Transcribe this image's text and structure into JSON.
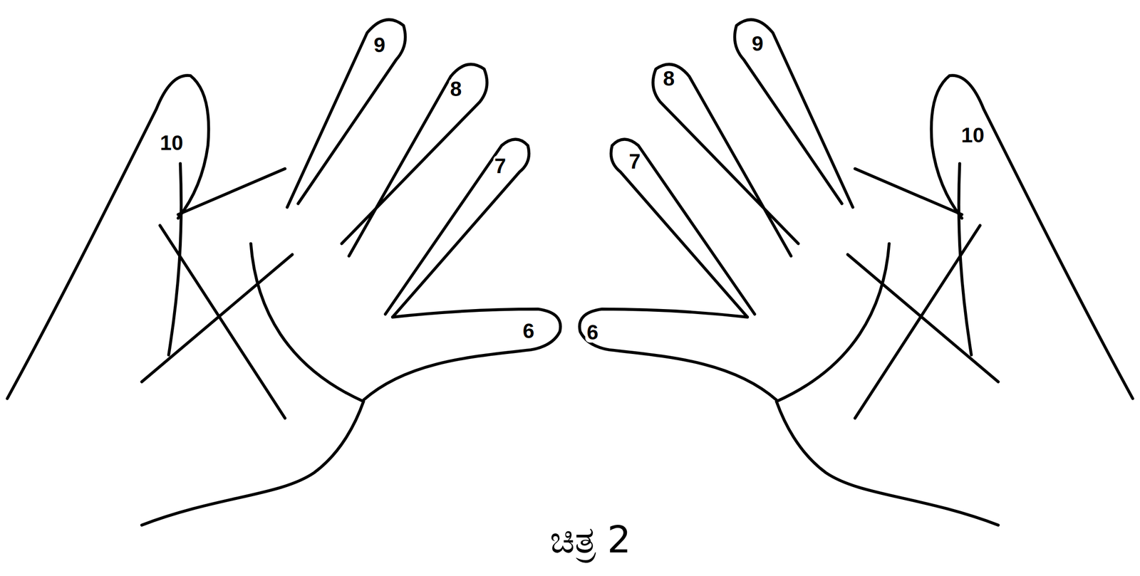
{
  "diagram": {
    "caption": "ಚಿತ್ರ 2",
    "labels": [
      "10",
      "9",
      "8",
      "7",
      "6",
      "6",
      "7",
      "8",
      "9",
      "10"
    ]
  }
}
